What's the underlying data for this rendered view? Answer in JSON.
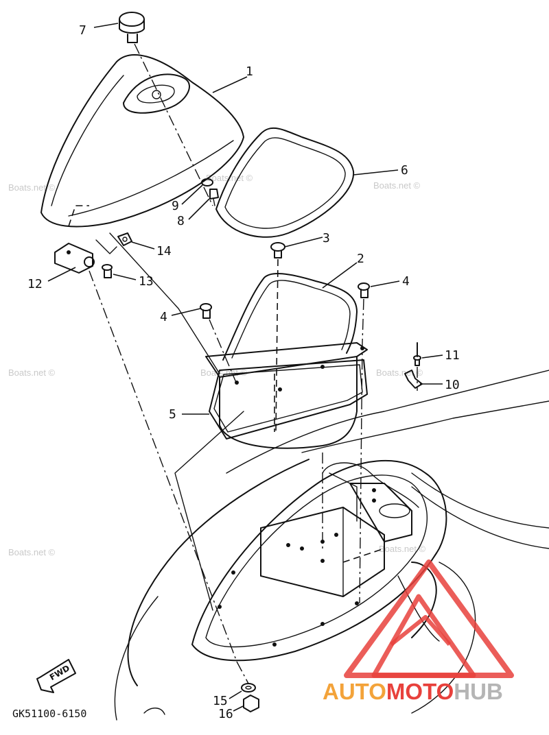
{
  "diagram": {
    "parts": [
      {
        "num": "1"
      },
      {
        "num": "2"
      },
      {
        "num": "3"
      },
      {
        "num": "4"
      },
      {
        "num": "4"
      },
      {
        "num": "5"
      },
      {
        "num": "6"
      },
      {
        "num": "7"
      },
      {
        "num": "8"
      },
      {
        "num": "9"
      },
      {
        "num": "10"
      },
      {
        "num": "11"
      },
      {
        "num": "12"
      },
      {
        "num": "13"
      },
      {
        "num": "14"
      },
      {
        "num": "15"
      },
      {
        "num": "16"
      }
    ],
    "direction_label": "FWD",
    "drawing_code": "GK51100-6150"
  },
  "watermark": {
    "text": "Boats.net ©"
  },
  "logo": {
    "part_a": "AUTO",
    "part_b": "MOTO",
    "part_c": "HUB",
    "colors": {
      "triangle": "#e8413c",
      "auto": "#f3a33a",
      "moto": "#e8413c",
      "hub": "#b5b5b5"
    }
  }
}
